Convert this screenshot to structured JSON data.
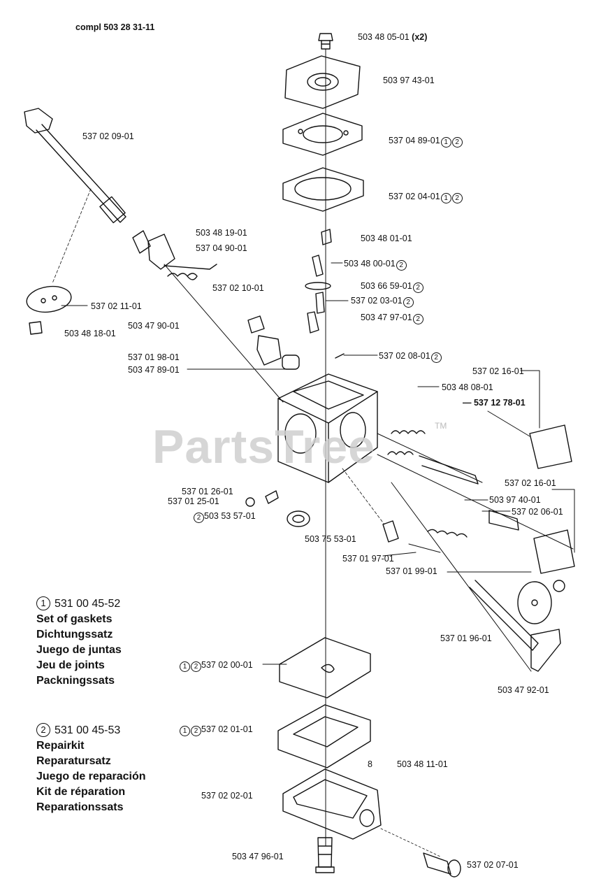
{
  "header": {
    "compl": "compl 503 28 31-11"
  },
  "watermark": {
    "text": "PartsTree",
    "tm": "TM"
  },
  "labels": {
    "l1": "503 48 05-01",
    "l1x": "(x2)",
    "l2": "503 97 43-01",
    "l3": "537 04 89-01",
    "l4": "537 02 04-01",
    "l5": "537 02 09-01",
    "l6": "503 48 19-01",
    "l7": "537 04 90-01",
    "l8": "503 48 01-01",
    "l9": "503 48 00-01",
    "l10": "537 02 10-01",
    "l11": "503 66 59-01",
    "l12": "537 02 03-01",
    "l13": "537 02 11-01",
    "l14": "503 47 97-01",
    "l15": "503 48 18-01",
    "l16": "503 47 90-01",
    "l17": "537 02 08-01",
    "l18": "537 01 98-01",
    "l19": "503 47 89-01",
    "l20": "537 02 16-01",
    "l21": "503 48 08-01",
    "l22": "537 12 78-01",
    "l23": "537 02 16-01",
    "l24": "537 01 26-01",
    "l25": "537 01 25-01",
    "l26": "503 97 40-01",
    "l27": "537 02 06-01",
    "l28": "503 53 57-01",
    "l29": "503 75 53-01",
    "l30": "537 01 97-01",
    "l31": "537 01 99-01",
    "l32": "537 01 96-01",
    "l33": "537 02 00-01",
    "l34": "503 47 92-01",
    "l35": "537 02 01-01",
    "l36": "8",
    "l37": "503 48 11-01",
    "l38": "537 02 02-01",
    "l39": "503 47 96-01",
    "l40": "537 02 07-01"
  },
  "marks": {
    "one": "1",
    "two": "2"
  },
  "legend1": {
    "num": "1",
    "code": "531 00 45-52",
    "lines": [
      "Set of gaskets",
      "Dichtungssatz",
      "Juego de juntas",
      "Jeu de joints",
      "Packningssats"
    ]
  },
  "legend2": {
    "num": "2",
    "code": "531 00 45-53",
    "lines": [
      "Repairkit",
      "Reparatursatz",
      "Juego de reparación",
      "Kit de réparation",
      "Reparationssats"
    ]
  }
}
